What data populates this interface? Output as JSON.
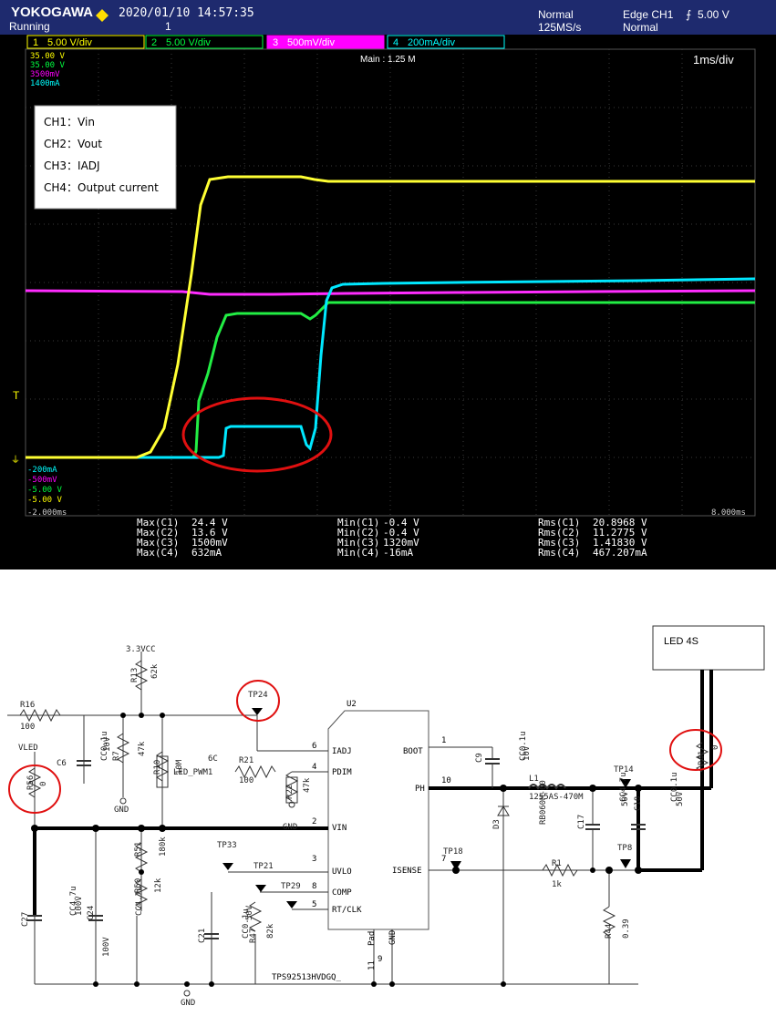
{
  "scope": {
    "brand": "YOKOGAWA",
    "datetime": "2020/01/10 14:57:35",
    "status": "Running",
    "trigger_count": "1",
    "acq_mode": "Normal",
    "sample_rate": "125MS/s",
    "trigger_label": "Edge CH1",
    "trigger_level": "5.00 V",
    "trigger_mode": "Normal",
    "channel_tabs": [
      {
        "num": "1",
        "scale": "5.00 V/div",
        "color": "#ffff00",
        "bg": "#000000"
      },
      {
        "num": "2",
        "scale": "5.00 V/div",
        "color": "#00ff40",
        "bg": "#000000"
      },
      {
        "num": "3",
        "scale": "500mV/div",
        "color": "#ffffff",
        "bg": "#ff00ff"
      },
      {
        "num": "4",
        "scale": "200mA/div",
        "color": "#00ffff",
        "bg": "#000000"
      }
    ],
    "top_scale_labels": [
      {
        "text": "35.00 V",
        "color": "#ffff00"
      },
      {
        "text": "35.00 V",
        "color": "#00ff40"
      },
      {
        "text": "3500mV",
        "color": "#ff00ff"
      },
      {
        "text": "1400mA",
        "color": "#00ffff"
      }
    ],
    "bottom_scale_labels": [
      {
        "text": "-200mA",
        "color": "#00ffff"
      },
      {
        "text": "-500mV",
        "color": "#ff00ff"
      },
      {
        "text": "-5.00 V",
        "color": "#00ff40"
      },
      {
        "text": "-5.00 V",
        "color": "#ffff00"
      }
    ],
    "main_label": "Main : 1.25 M",
    "timebase": "1ms/div",
    "x_start": "-2.000ms",
    "x_end": "8.000ms",
    "legend": [
      "CH1：Vin",
      "CH2：Vout",
      "CH3：IADJ",
      "CH4：Output current"
    ],
    "measurements": [
      [
        "Max(C1)",
        "24.4 V",
        "Min(C1)",
        "-0.4 V",
        "Rms(C1)",
        "20.8968 V"
      ],
      [
        "Max(C2)",
        "13.6 V",
        "Min(C2)",
        "-0.4 V",
        "Rms(C2)",
        "11.2775 V"
      ],
      [
        "Max(C3)",
        "1500mV",
        "Min(C3)",
        "1320mV",
        "Rms(C3)",
        "1.41830 V"
      ],
      [
        "Max(C4)",
        "632mA",
        "Min(C4)",
        "-16mA",
        "Rms(C4)",
        "467.207mA"
      ]
    ]
  },
  "schematic": {
    "led_box": "LED    4S",
    "ic": {
      "ref": "U2",
      "part": "TPS92513HVDGQ_"
    },
    "pins_left": [
      {
        "num": "6",
        "name": "IADJ"
      },
      {
        "num": "4",
        "name": "PDIM"
      },
      {
        "num": "2",
        "name": "VIN"
      },
      {
        "num": "3",
        "name": "UVLO"
      },
      {
        "num": "8",
        "name": "COMP"
      },
      {
        "num": "5",
        "name": "RT/CLK"
      }
    ],
    "pins_right": [
      {
        "num": "1",
        "name": "BOOT"
      },
      {
        "num": "10",
        "name": "PH"
      },
      {
        "num": "7",
        "name": "ISENSE"
      }
    ],
    "pins_bottom": [
      {
        "num": "11",
        "name": "Pad"
      },
      {
        "num": "9",
        "name": "GND"
      }
    ],
    "labels": {
      "vcc": "3.3VCC",
      "r13": "R13",
      "r13v": "62k",
      "r16": "R16",
      "r16v": "100",
      "c6": "C6",
      "c6v": "CC0.1u",
      "c6v2": "10V",
      "r7": "R7",
      "r7v": "47k",
      "gnd": "GND",
      "tp24": "TP24",
      "r10": "R10",
      "r10v": "10M",
      "led_pwm": "LED_PWM1",
      "c6b": "6C",
      "r21": "R21",
      "r21v": "100",
      "r22": "R22",
      "r22v": "47k",
      "vled": "VLED",
      "r56": "R56",
      "r56v": "0",
      "tp33": "TP33",
      "tp21": "TP21",
      "tp29": "TP29",
      "r51": "R51",
      "r51v": "180k",
      "r50": "R50",
      "r50v": "12k",
      "c27": "C27",
      "c27v": "CC4.7u",
      "c27v2": "100V",
      "c24": "C24",
      "c24v": "CC4.7u",
      "c24v2": "100V",
      "c21": "C21",
      "c21v": "CC0.1u",
      "c21v2": "50V",
      "r47": "R47",
      "r47v": "82k",
      "c9": "C9",
      "c9v": "CC0.1u",
      "c9v2": "10V",
      "l1": "L1",
      "l1v": "1255AS-470M",
      "d3": "D3",
      "d3v": "RB060M-60",
      "tp18": "TP18",
      "r1": "R1",
      "r1v": "1k",
      "c17": "C17",
      "c17v": "CC4.7u",
      "c17v2": "50V",
      "c18v": "C18",
      "cc01": "CC0.1u",
      "cc01v": "50V",
      "tp14": "TP14",
      "tp8": "TP8",
      "r41": "R41",
      "r41v": "0",
      "r44": "R44",
      "r44v": "0.39"
    }
  }
}
